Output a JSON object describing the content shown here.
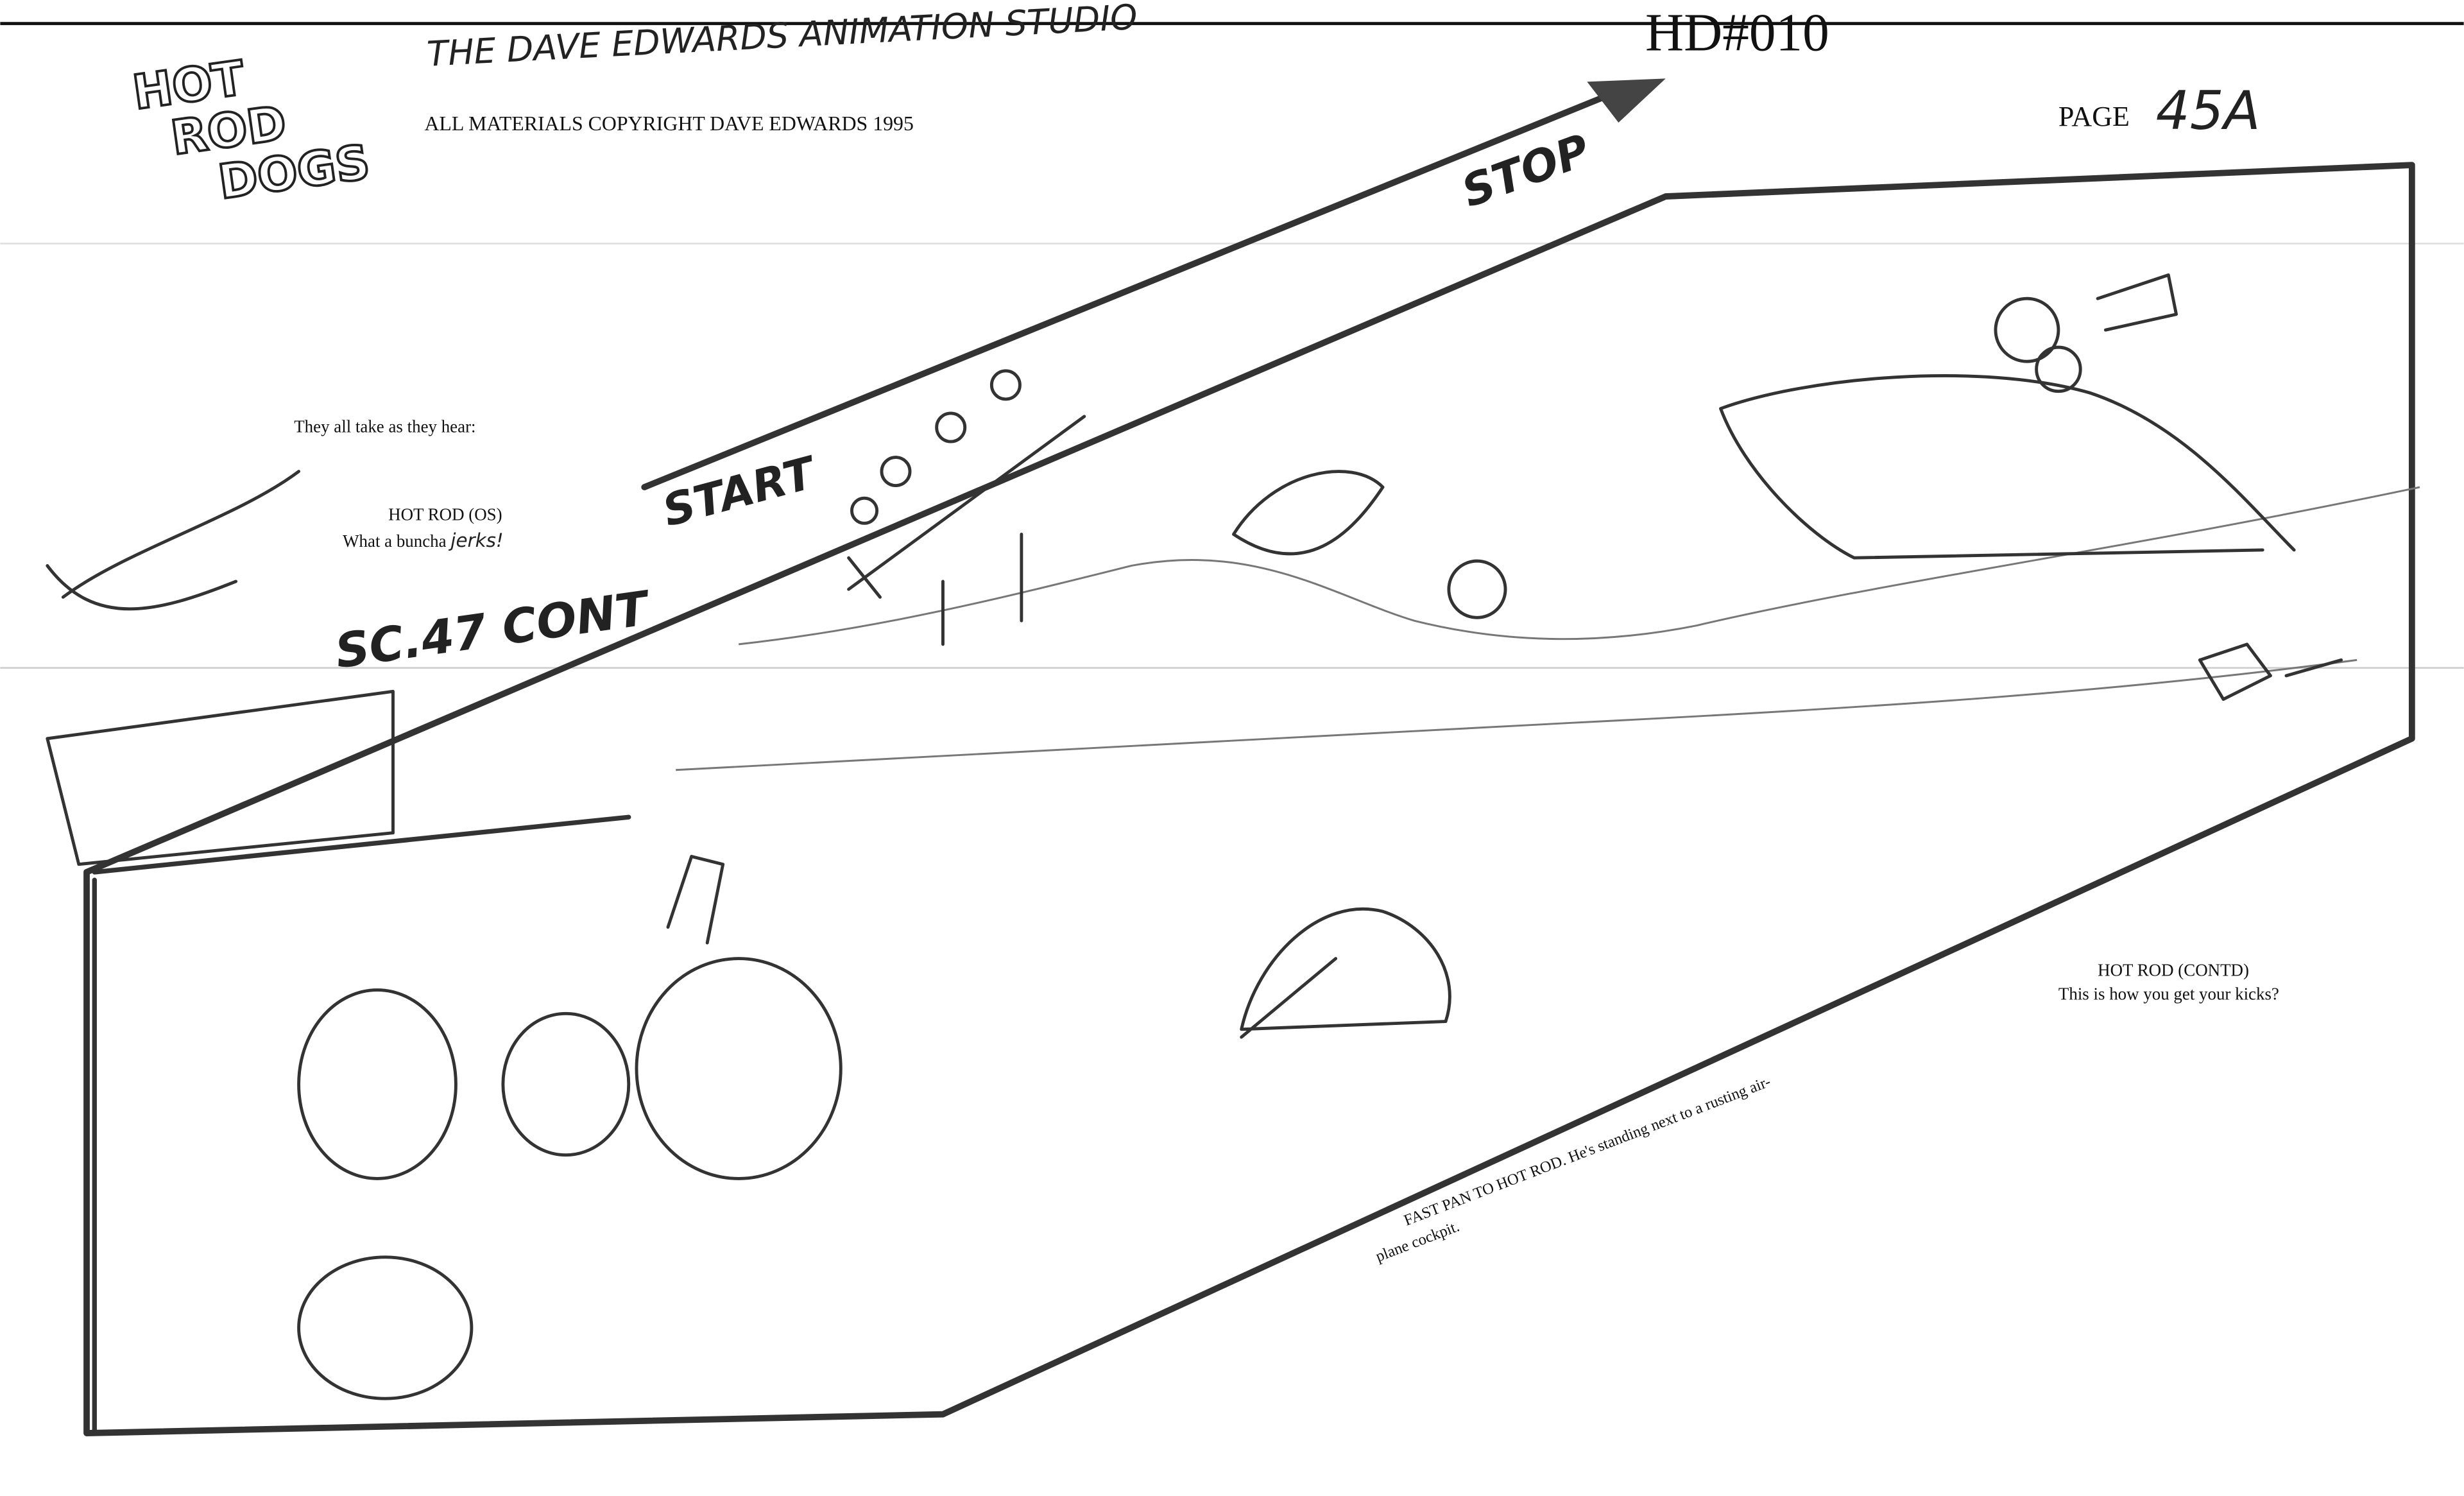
{
  "header": {
    "logo": "HOT ROD DOGS",
    "studio": "THE DAVE EDWARDS ANIMATION STUDIO",
    "copyright": "ALL MATERIALS COPYRIGHT DAVE EDWARDS 1995",
    "episode": "HD#010",
    "page_label": "PAGE",
    "page_number": "45A"
  },
  "panel": {
    "scene": "SC.47 CONT",
    "pan_start": "START",
    "pan_stop": "STOP"
  },
  "dialogue": [
    {
      "action": "They all take as they hear:"
    },
    {
      "speaker": "HOT ROD (OS)",
      "line_print": "What a buncha",
      "line_hand": "jerks!"
    },
    {
      "speaker": "HOT ROD (CONTD)",
      "line_print": "This is how you get your kicks?"
    }
  ],
  "action_note": {
    "line1": "FAST PAN TO HOT ROD. He's standing next to a rusting air-",
    "line2": "plane cockpit."
  }
}
